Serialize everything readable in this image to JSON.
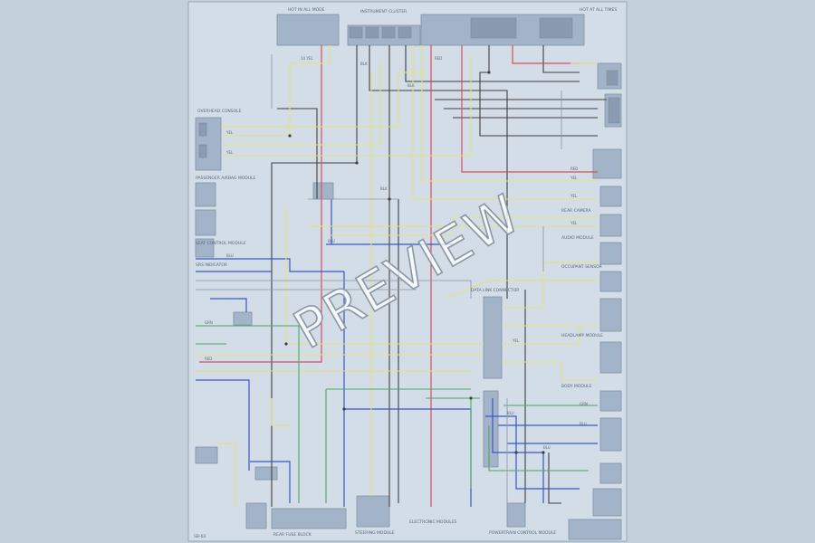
{
  "watermark": "PREVIEW",
  "page_ref": "SB-03",
  "colors": {
    "background": "#c4d0da",
    "sheet": "#d3dde7",
    "module": "#a4b4c8",
    "wire_red": "#d8505a",
    "wire_blue": "#3a55c8",
    "wire_yellow": "#e4e27a",
    "wire_green": "#48a868",
    "wire_black": "#404040",
    "wire_grey": "#8c97a4"
  },
  "captions": {
    "top_left_module": "HOT IN ALL MODE",
    "top_center_module": "INSTRUMENT CLUSTER",
    "top_right_module": "HOT AT ALL TIMES",
    "left_module_1": "OVERHEAD CONSOLE",
    "left_module_2": "PASSENGER AIRBAG MODULE",
    "left_module_3": "SEAT CONTROL MODULE",
    "left_module_4": "SRS INDICATOR",
    "right_module_1": "REAR CAMERA",
    "right_module_2": "AUDIO MODULE",
    "right_module_3": "OCCUPANT SENSOR",
    "right_module_4": "HEADLAMP MODULE",
    "right_module_5": "BODY MODULE",
    "center_connector": "DATA LINK CONNECTOR",
    "bottom_module_1": "REAR FUSE BLOCK",
    "bottom_module_2": "STEERING MODULE",
    "bottom_module_3": "POWERTRAIN CONTROL MODULE",
    "bottom_note": "ELECTRONIC MODULES"
  }
}
